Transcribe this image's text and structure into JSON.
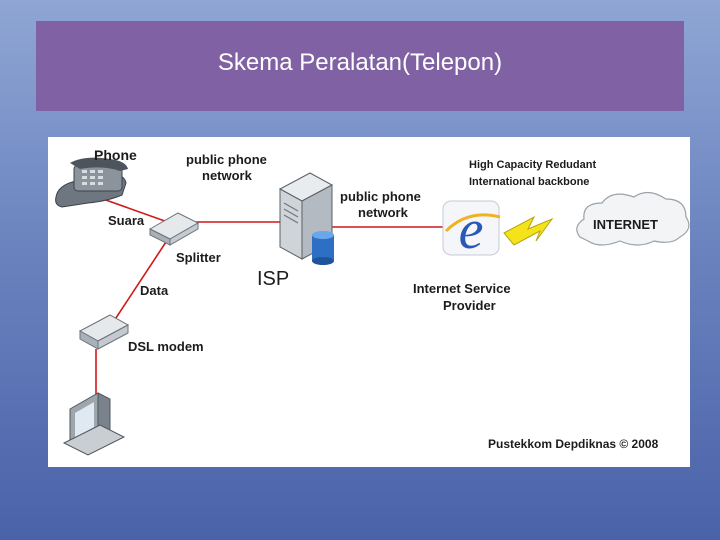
{
  "title": "Skema Peralatan(Telepon)",
  "diagram": {
    "labels": {
      "phone": "Phone",
      "suara": "Suara",
      "public_phone_network_left_1": "public phone",
      "public_phone_network_left_2": "network",
      "splitter": "Splitter",
      "isp": "ISP",
      "public_phone_network_right_1": "public phone",
      "public_phone_network_right_2": "network",
      "high_capacity_1": "High Capacity Redudant",
      "high_capacity_2": "International backbone",
      "internet": "INTERNET",
      "isp_provider_1": "Internet Service",
      "isp_provider_2": "Provider",
      "data": "Data",
      "dsl_modem": "DSL modem",
      "copyright": "Pustekkom Depdiknas © 2008"
    },
    "colors": {
      "link_line": "#d01818",
      "lightning": "#f4e21a",
      "provider_logo": "#2b58b5"
    },
    "icons": [
      "telephone-icon",
      "splitter-icon",
      "server-icon",
      "database-icon",
      "internet-explorer-icon",
      "lightning-icon",
      "cloud-icon",
      "dsl-modem-icon",
      "computer-icon"
    ]
  }
}
